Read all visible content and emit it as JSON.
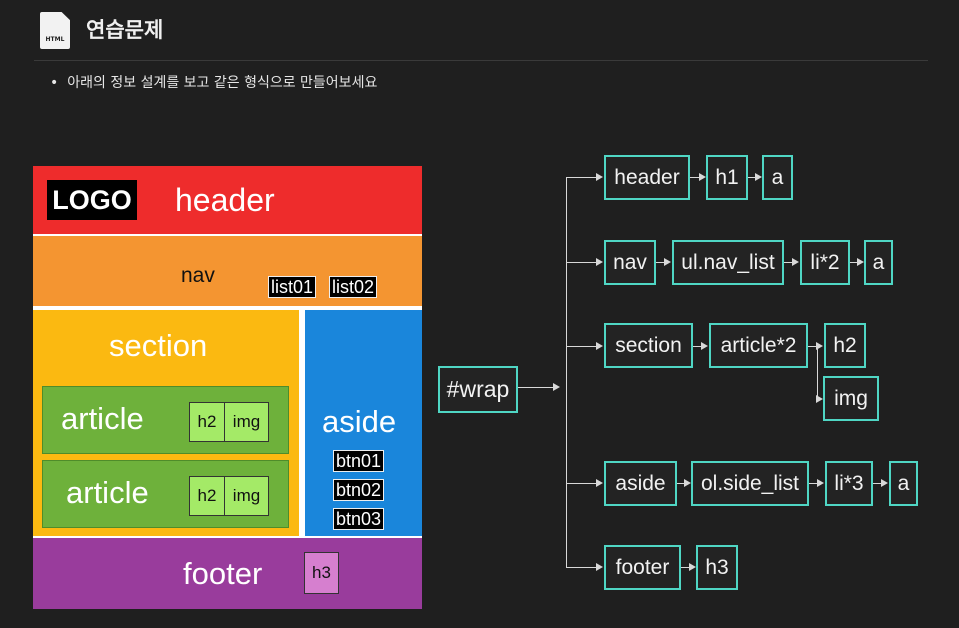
{
  "header": {
    "icon_text": "HTML",
    "title": "연습문제"
  },
  "instruction": "아래의 정보 설계를 보고 같은 형식으로 만들어보세요",
  "mockup": {
    "logo": "LOGO",
    "header": "header",
    "nav": "nav",
    "nav_items": [
      "list01",
      "list02"
    ],
    "section": "section",
    "articles": [
      {
        "label": "article",
        "cells": [
          "h2",
          "img"
        ]
      },
      {
        "label": "article",
        "cells": [
          "h2",
          "img"
        ]
      }
    ],
    "aside": "aside",
    "buttons": [
      "btn01",
      "btn02",
      "btn03"
    ],
    "footer": "footer",
    "footer_cell": "h3"
  },
  "tree": {
    "root": "#wrap",
    "header": [
      "header",
      "h1",
      "a"
    ],
    "nav": [
      "nav",
      "ul.nav_list",
      "li*2",
      "a"
    ],
    "section": [
      "section",
      "article*2",
      "h2",
      "img"
    ],
    "aside": [
      "aside",
      "ol.side_list",
      "li*3",
      "a"
    ],
    "footer": [
      "footer",
      "h3"
    ]
  },
  "colors": {
    "header": "#ee2c2c",
    "nav": "#f49531",
    "section": "#fbb911",
    "article": "#6eb13b",
    "aside": "#1a86db",
    "footer": "#993c9c",
    "node_border": "#4fd6c4"
  }
}
